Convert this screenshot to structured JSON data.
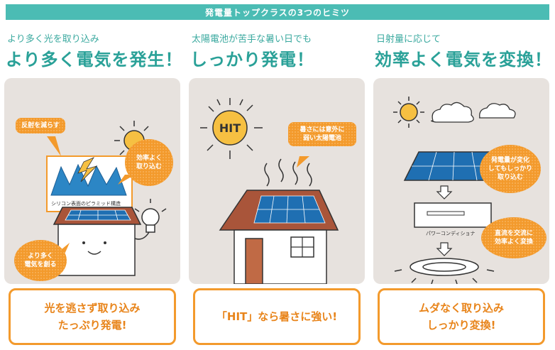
{
  "banner": "発電量トップクラスの3つのヒミツ",
  "columns": [
    {
      "subtitle": "より多く光を取り込み",
      "headline": "より多く電気を発生！",
      "bubbles": [
        "反射を減らす",
        "効率よく\n取り込む",
        "より多く\n電気を創る"
      ],
      "label": "シリコン表面のピラミッド構造",
      "callout": "光を逃さず取り込み\nたっぷり発電!"
    },
    {
      "subtitle": "太陽電池が苦手な暑い日でも",
      "headline": "しっかり発電！",
      "bubbles": [
        "暑さには意外に\n弱い太陽電池"
      ],
      "callout": "「HIT」なら暑さに強い!"
    },
    {
      "subtitle": "日射量に応じて",
      "headline": "効率よく電気を変換！",
      "bubbles": [
        "発電量が変化\nしてもしっかり\n取り込む",
        "直流を交流に\n効率よく変換"
      ],
      "label": "パワーコンディショナ",
      "callout": "ムダなく取り込み\nしっかり変換!"
    }
  ],
  "colors": {
    "teal": "#4bbcb4",
    "orange": "#f39a2c",
    "panel": "#e7e2de",
    "solar": "#1f6fb2"
  }
}
